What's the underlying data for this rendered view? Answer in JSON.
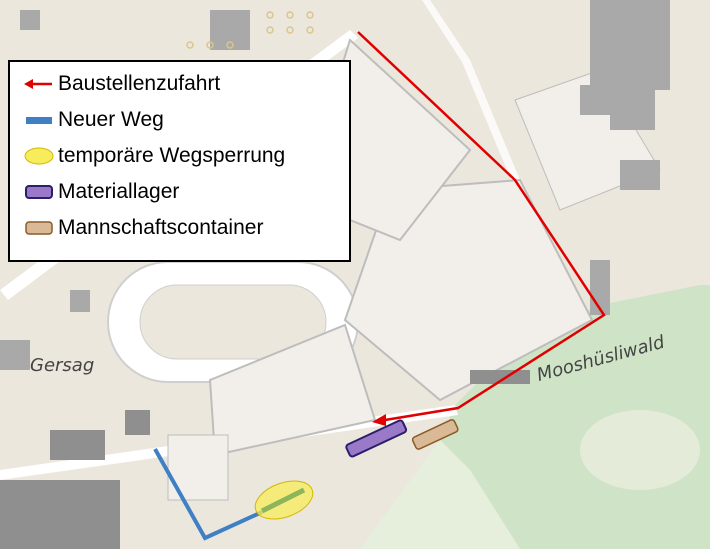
{
  "legend": {
    "items": [
      {
        "label": "Baustellenzufahrt",
        "symbol": "red-arrow-icon",
        "color": "#e00000"
      },
      {
        "label": "Neuer Weg",
        "symbol": "blue-line-icon",
        "color": "#3f7fc4"
      },
      {
        "label": "temporäre Wegsperrung",
        "symbol": "yellow-ellipse-icon",
        "color": "#f7ec5a"
      },
      {
        "label": "Materiallager",
        "symbol": "purple-box-icon",
        "color": "#9b79c9"
      },
      {
        "label": "Mannschaftscontainer",
        "symbol": "tan-box-icon",
        "color": "#d9b996"
      }
    ]
  },
  "map": {
    "place_labels": {
      "gersag": "Gersag",
      "forest": "Mooshüsliwald"
    },
    "colors": {
      "background": "#ece7dd",
      "forest": "#cfe3c6",
      "building": "#a9a9a9",
      "road": "#ffffff"
    }
  }
}
